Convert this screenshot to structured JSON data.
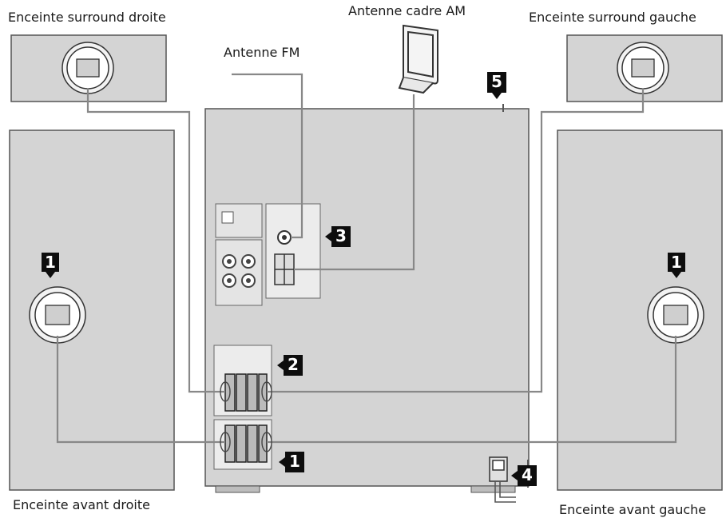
{
  "labels": {
    "surround_right": "Enceinte surround droite",
    "am_antenna": "Antenne cadre AM",
    "surround_left": "Enceinte surround gauche",
    "fm_antenna": "Antenne FM",
    "front_right": "Enceinte avant droite",
    "front_left": "Enceinte avant gauche"
  },
  "steps": {
    "front_speakers": "1",
    "surround_speakers": "2",
    "antennas": "3",
    "system_cable": "4",
    "power": "5"
  },
  "colors": {
    "panel": "#d4d4d4",
    "panel_stroke": "#555555",
    "cable": "#888888",
    "badge": "#0d0d0d",
    "text": "#1a1a1a"
  }
}
